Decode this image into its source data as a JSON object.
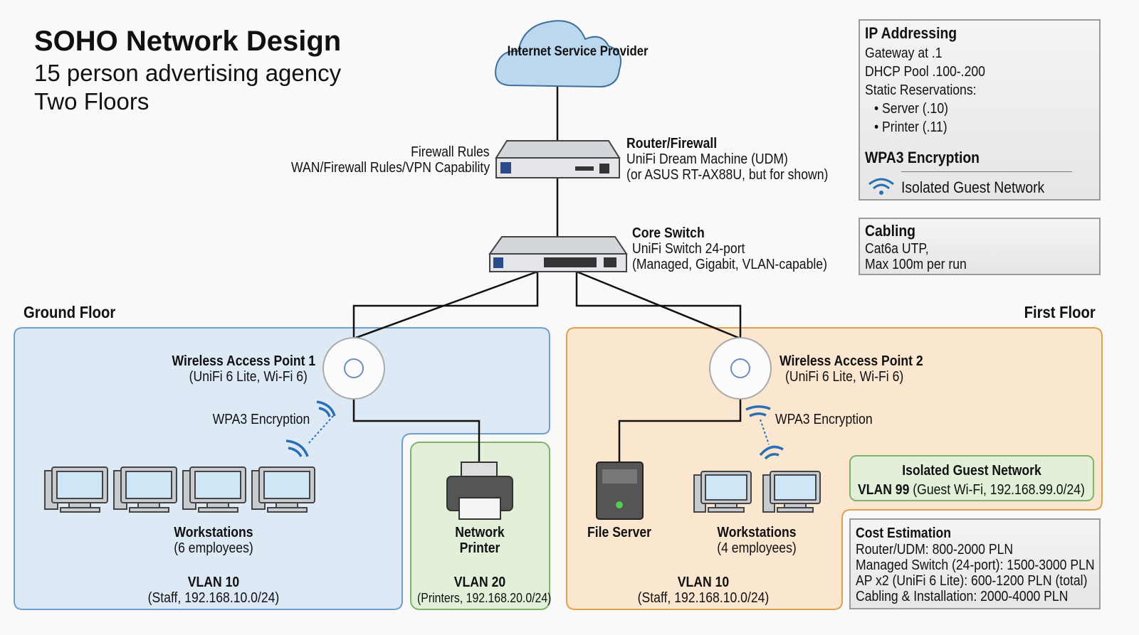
{
  "header": {
    "title": "SOHO Network Design",
    "subtitle1": "15 person advertising agency",
    "subtitle2": "Two Floors"
  },
  "cloud": {
    "label": "Internet Service Provider"
  },
  "router": {
    "left1": "Firewall Rules",
    "left2": "WAN/Firewall Rules/VPN Capability",
    "title": "Router/Firewall",
    "line1": "UniFi Dream Machine (UDM)",
    "line2": "(or ASUS RT-AX88U, but for shown)"
  },
  "switch": {
    "title": "Core Switch",
    "line1": "UniFi Switch 24-port",
    "line2": "(Managed, Gigabit, VLAN-capable)"
  },
  "ground": {
    "label": "Ground Floor",
    "ap_title": "Wireless Access Point 1",
    "ap_sub": "(UniFi 6 Lite, Wi-Fi 6)",
    "wpa": "WPA3 Encryption",
    "ws_title": "Workstations",
    "ws_sub": "(6 employees)",
    "vlan": "VLAN 10",
    "vlan_sub": "(Staff, 192.168.10.0/24)",
    "printer_title": "Network",
    "printer_title2": "Printer",
    "pvlan": "VLAN 20",
    "pvlan_sub": "(Printers, 192.168.20.0/24)"
  },
  "first": {
    "label": "First Floor",
    "ap_title": "Wireless Access Point 2",
    "ap_sub": "(UniFi 6 Lite, Wi-Fi 6)",
    "wpa": "WPA3 Encryption",
    "server": "File Server",
    "ws_title": "Workstations",
    "ws_sub": "(4 employees)",
    "vlan": "VLAN 10",
    "vlan_sub": "(Staff, 192.168.10.0/24)",
    "guest_title": "Isolated Guest Network",
    "guest_vlan": "VLAN 99",
    "guest_sub": "(Guest Wi-Fi, 192.168.99.0/24)"
  },
  "ip": {
    "title": "IP Addressing",
    "l1": "Gateway at .1",
    "l2": "DHCP Pool .100-.200",
    "l3": "Static Reservations:",
    "b1": "Server (.10)",
    "b2": "Printer (.11)",
    "wpa_title": "WPA3 Encryption",
    "guest": "Isolated Guest Network"
  },
  "cabling": {
    "title": "Cabling",
    "l1": "Cat6a UTP,",
    "l2": "Max 100m per run"
  },
  "cost": {
    "title": "Cost Estimation",
    "items": [
      "Router/UDM: 800-2000 PLN",
      "Managed Switch (24-port): 1500-3000 PLN",
      "AP x2 (UniFi 6 Lite): 600-1200 PLN (total)",
      "Cabling & Installation: 2000-4000 PLN"
    ]
  },
  "colors": {
    "ground": "#dde9f5",
    "ground_border": "#6f9fcf",
    "first": "#fbe6cf",
    "first_border": "#e0a050",
    "printer": "#e2f0da",
    "printer_border": "#7fb26a",
    "wifi": "#2a6fb5"
  }
}
